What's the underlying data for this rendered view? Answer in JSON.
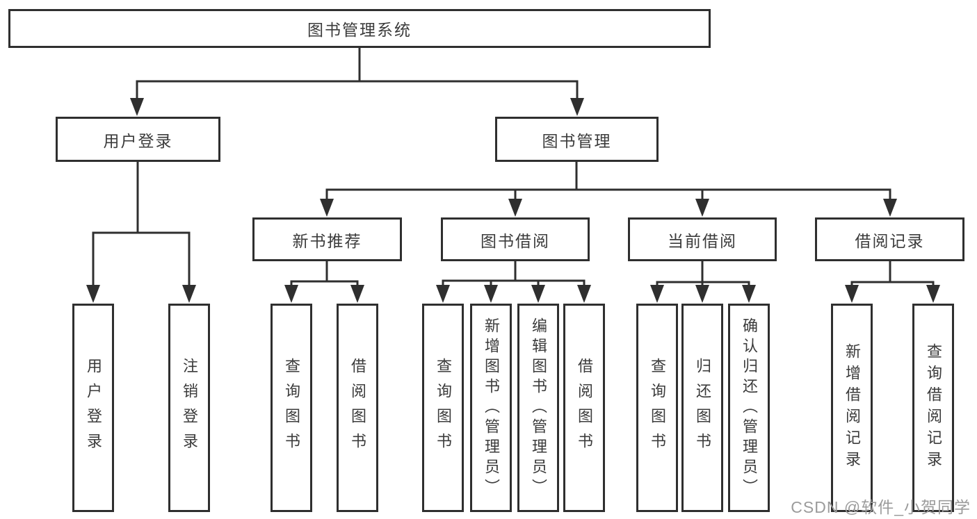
{
  "root": {
    "label": "图书管理系统"
  },
  "login": {
    "label": "用户登录",
    "children": [
      {
        "label": "用户登录"
      },
      {
        "label": "注销登录"
      }
    ]
  },
  "management": {
    "label": "图书管理"
  },
  "sections": [
    {
      "label": "新书推荐",
      "children": [
        {
          "label": "查询图书"
        },
        {
          "label": "借阅图书"
        }
      ]
    },
    {
      "label": "图书借阅",
      "children": [
        {
          "label": "查询图书"
        },
        {
          "label": "新增图书（管理员）"
        },
        {
          "label": "编辑图书（管理员）"
        },
        {
          "label": "借阅图书"
        }
      ]
    },
    {
      "label": "当前借阅",
      "children": [
        {
          "label": "查询图书"
        },
        {
          "label": "归还图书"
        },
        {
          "label": "确认归还（管理员）"
        }
      ]
    },
    {
      "label": "借阅记录",
      "children": [
        {
          "label": "新增借阅记录"
        },
        {
          "label": "查询借阅记录"
        }
      ]
    }
  ],
  "watermark": {
    "text": "CSDN @软件_小贺同学"
  },
  "colors": {
    "line": "#2f2f2f",
    "text": "#3b3b3b",
    "watermark": "#9b9b9b",
    "background": "#ffffff"
  }
}
